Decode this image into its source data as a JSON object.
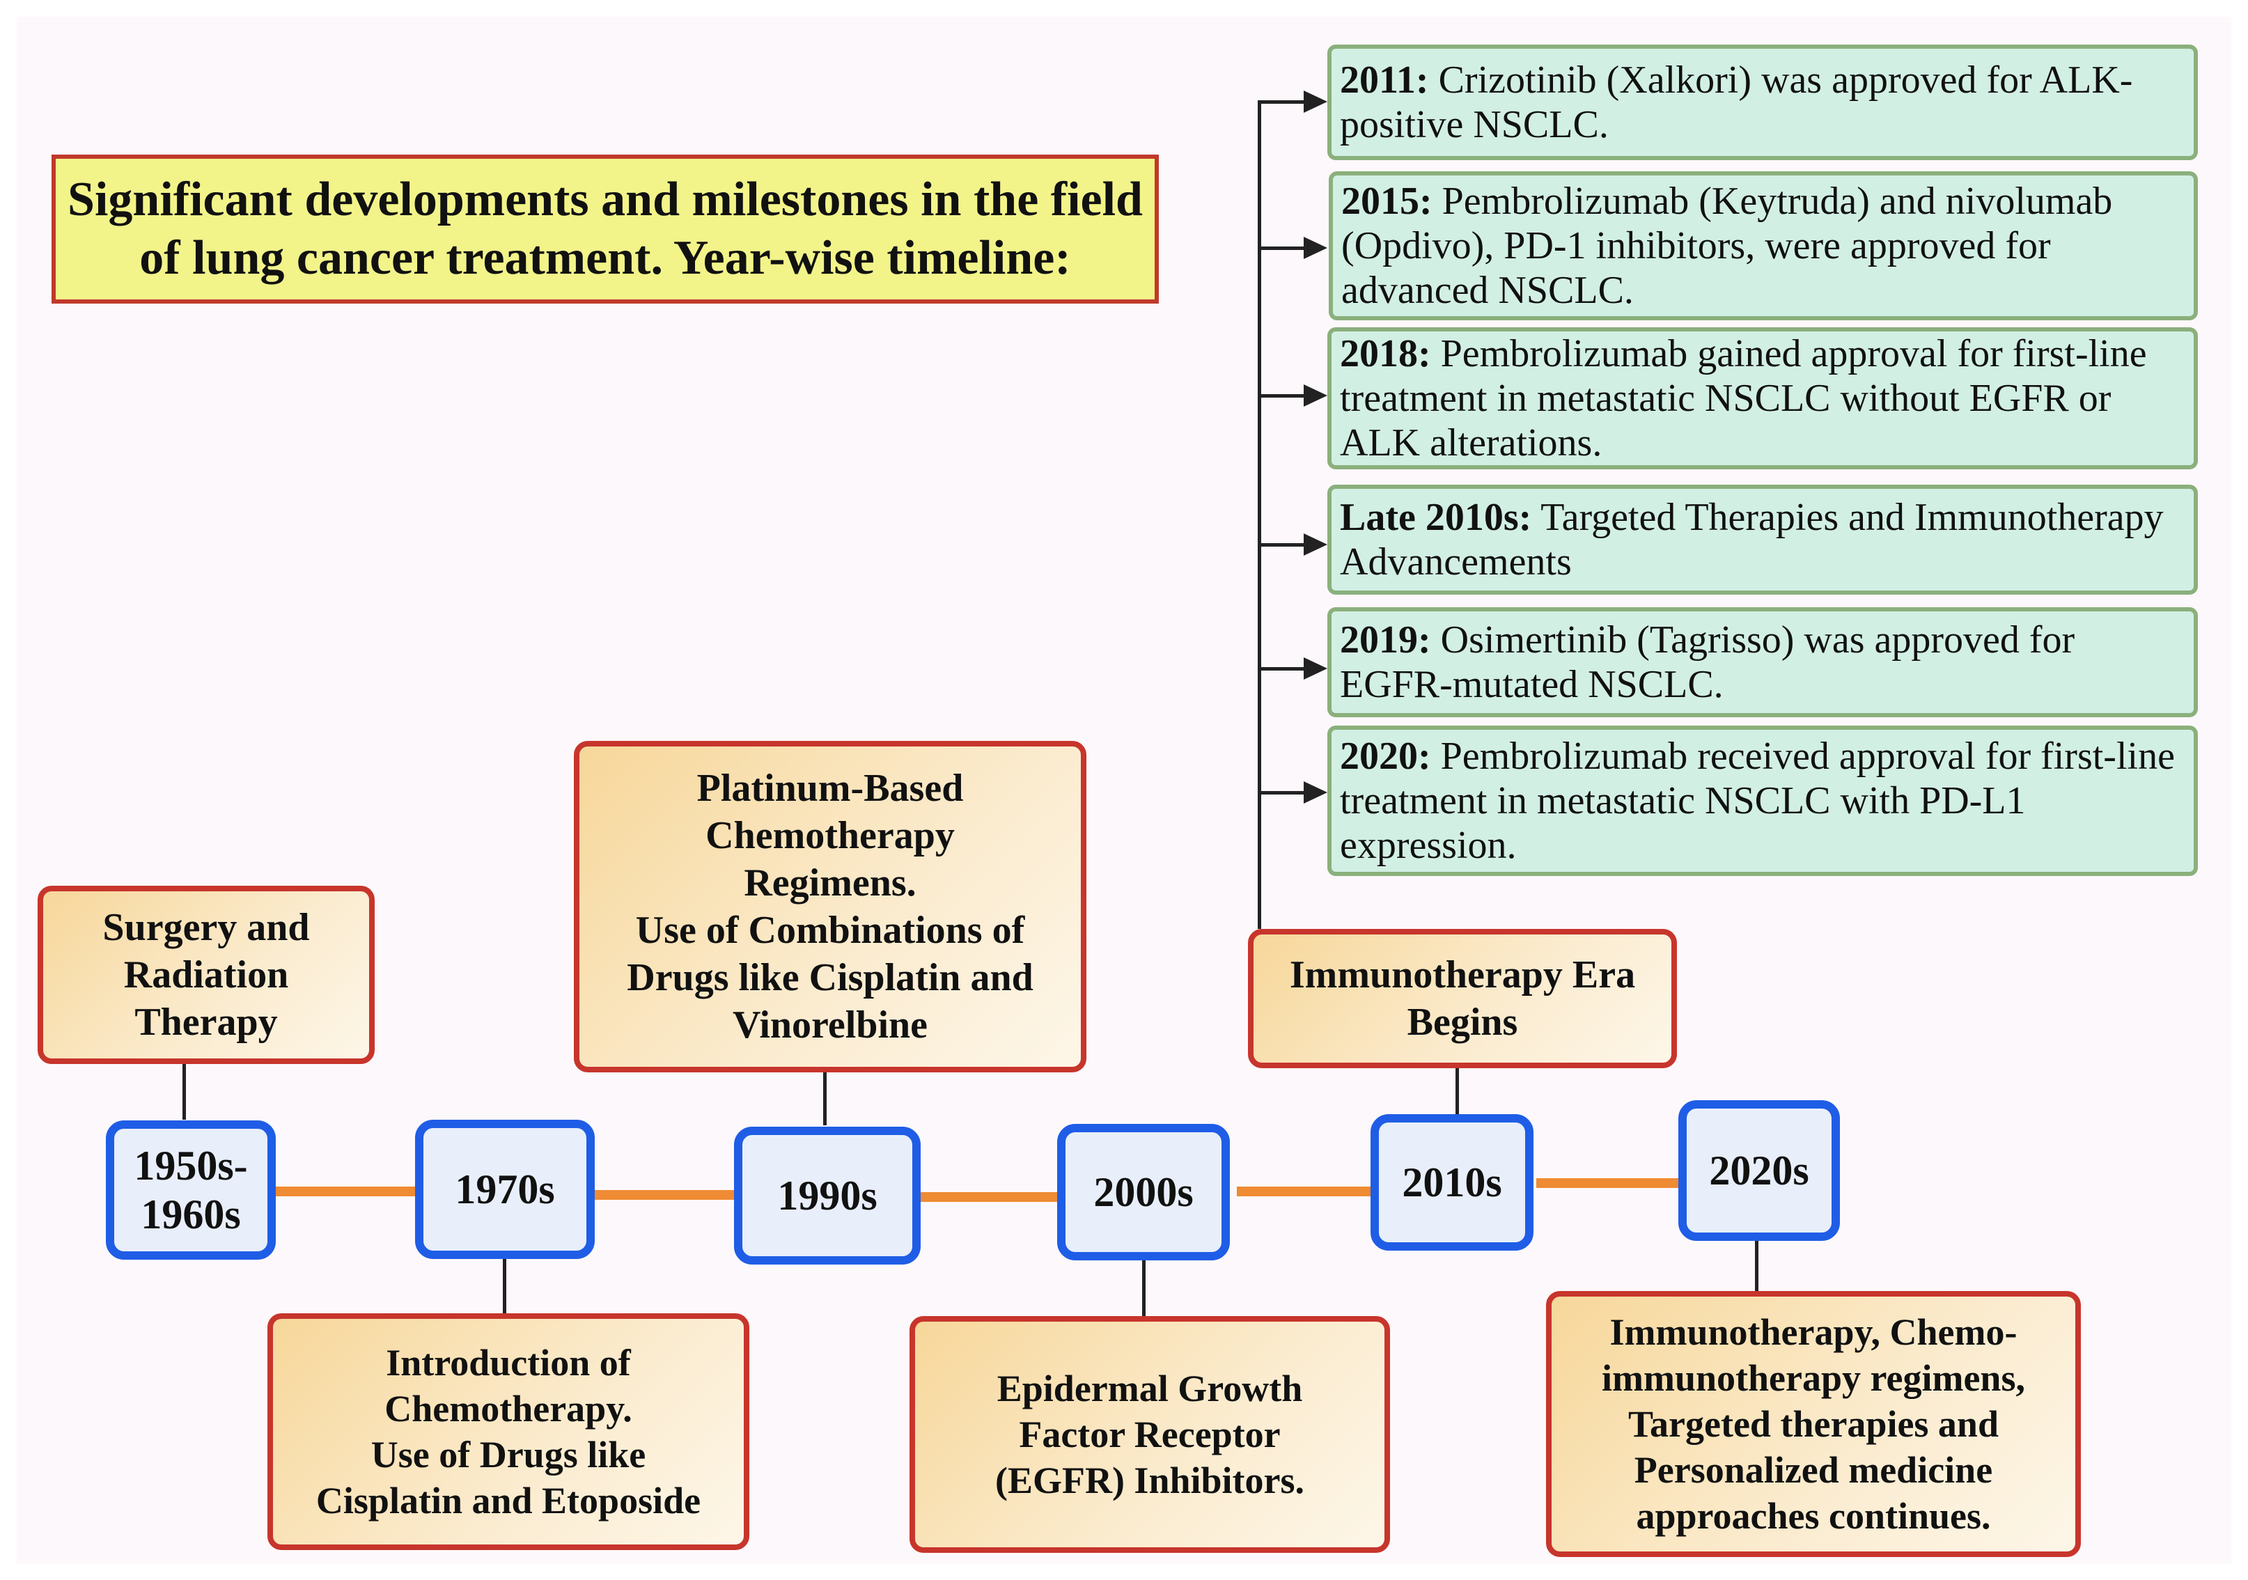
{
  "title": "Significant developments and milestones in the field of lung cancer treatment. Year-wise timeline:",
  "decades": {
    "d1950s": "1950s-\n1960s",
    "d1970s": "1970s",
    "d1990s": "1990s",
    "d2000s": "2000s",
    "d2010s": "2010s",
    "d2020s": "2020s"
  },
  "events": {
    "surgery": "Surgery and\nRadiation\nTherapy",
    "chemo_intro": "Introduction of\nChemotherapy.\nUse of Drugs like\nCisplatin and Etoposide",
    "platinum": "Platinum-Based\nChemotherapy\nRegimens.\nUse of Combinations of\nDrugs like Cisplatin and\nVinorelbine",
    "egfr": "Epidermal Growth\nFactor Receptor\n(EGFR) Inhibitors.",
    "immuno_era": "Immunotherapy Era\nBegins",
    "personalized": "Immunotherapy, Chemo-\nimmunotherapy regimens,\nTargeted therapies and\nPersonalized medicine\napproaches continues."
  },
  "milestones": [
    {
      "year": "2011:",
      "text": " Crizotinib (Xalkori) was approved for ALK-positive NSCLC."
    },
    {
      "year": "2015:",
      "text": " Pembrolizumab (Keytruda) and nivolumab (Opdivo), PD-1 inhibitors, were approved for advanced NSCLC."
    },
    {
      "year": "2018:",
      "text": " Pembrolizumab gained approval for first-line treatment in metastatic NSCLC without EGFR or ALK alterations."
    },
    {
      "year": "Late 2010s:",
      "text": " Targeted Therapies and Immunotherapy Advancements"
    },
    {
      "year": "2019:",
      "text": " Osimertinib (Tagrisso) was approved for EGFR-mutated NSCLC."
    },
    {
      "year": "2020:",
      "text": " Pembrolizumab received approval for first-line treatment in metastatic NSCLC with PD-L1 expression."
    }
  ],
  "colors": {
    "decade_border": "#1f5de6",
    "event_border": "#c7352c",
    "connector": "#ef8b33",
    "note_fill": "#d2efe4",
    "title_fill": "#f2f48a"
  }
}
